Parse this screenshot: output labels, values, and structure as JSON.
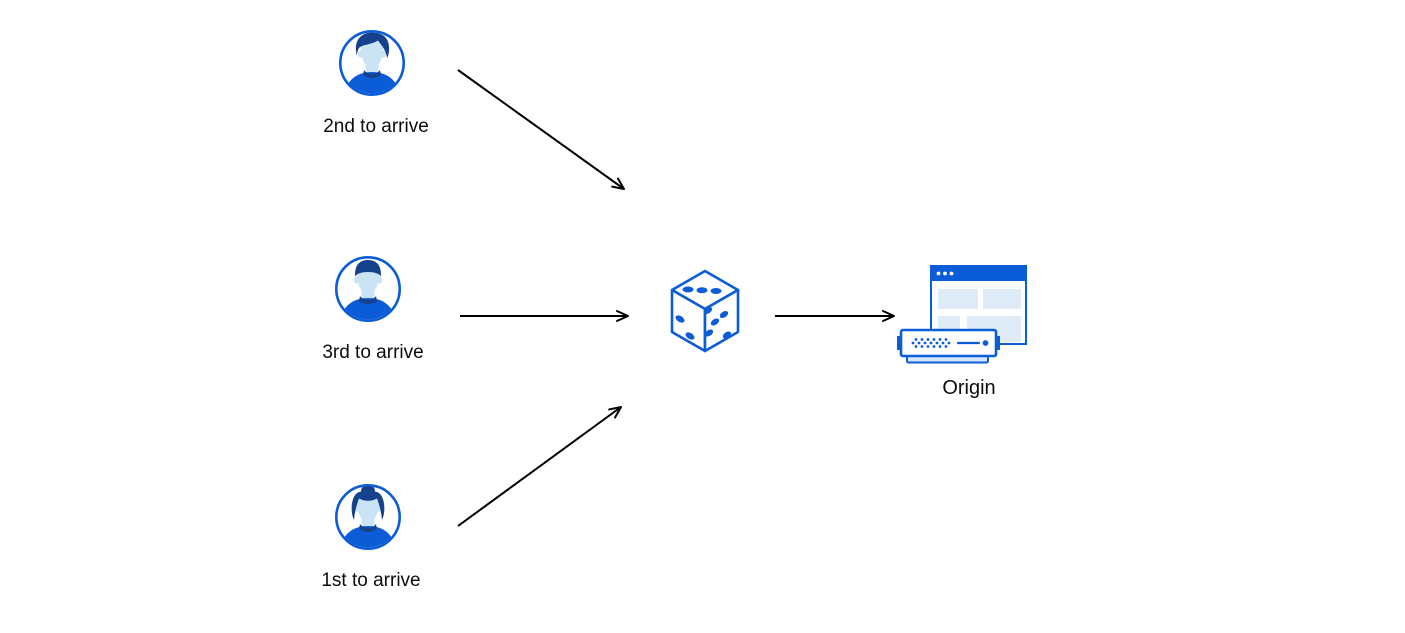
{
  "diagram": {
    "title": "visitors-random-steering-to-origin",
    "visitors": [
      {
        "id": "second",
        "label": "2nd to arrive",
        "icon": "male-avatar-icon"
      },
      {
        "id": "third",
        "label": "3rd to arrive",
        "icon": "male-avatar-icon"
      },
      {
        "id": "first",
        "label": "1st to arrive",
        "icon": "female-avatar-icon"
      }
    ],
    "selector": {
      "icon": "dice-icon"
    },
    "origin": {
      "label": "Origin",
      "icon": "origin-server-browser-icon"
    },
    "colors": {
      "primary_blue": "#0b5cd7",
      "dark_navy_hair": "#16418c",
      "face_light_blue": "#c8e4f5",
      "panel_light_blue": "#dfecf8",
      "tray_light_blue": "#d6e7f8",
      "arrow_black": "#000000",
      "text_color": "#0c0c0c",
      "background": "#ffffff"
    }
  }
}
